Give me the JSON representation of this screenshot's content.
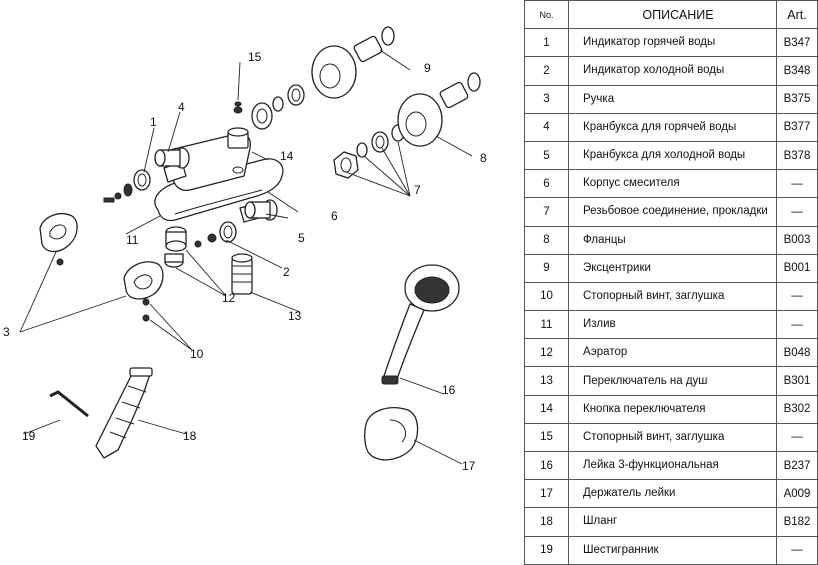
{
  "diagram": {
    "callouts": [
      "1",
      "2",
      "3",
      "4",
      "5",
      "6",
      "7",
      "8",
      "9",
      "10",
      "11",
      "12",
      "13",
      "14",
      "15",
      "16",
      "17",
      "18",
      "19"
    ]
  },
  "table": {
    "headers": {
      "no": "No.",
      "description": "ОПИСАНИЕ",
      "art": "Art."
    },
    "rows": [
      {
        "no": "1",
        "description": "Индикатор горячей воды",
        "art": "B347"
      },
      {
        "no": "2",
        "description": "Индикатор холодной воды",
        "art": "B348"
      },
      {
        "no": "3",
        "description": "Ручка",
        "art": "B375"
      },
      {
        "no": "4",
        "description": "Кранбукса для горячей воды",
        "art": "B377"
      },
      {
        "no": "5",
        "description": "Кранбукса для холодной воды",
        "art": "B378"
      },
      {
        "no": "6",
        "description": "Корпус смесителя",
        "art": "—"
      },
      {
        "no": "7",
        "description": "Резьбовое соединение, прокладки",
        "art": "—"
      },
      {
        "no": "8",
        "description": "Фланцы",
        "art": "B003"
      },
      {
        "no": "9",
        "description": "Эксцентрики",
        "art": "B001"
      },
      {
        "no": "10",
        "description": "Стопорный винт, заглушка",
        "art": "—"
      },
      {
        "no": "11",
        "description": "Излив",
        "art": "—"
      },
      {
        "no": "12",
        "description": "Аэратор",
        "art": "B048"
      },
      {
        "no": "13",
        "description": "Переключатель на душ",
        "art": "B301"
      },
      {
        "no": "14",
        "description": "Кнопка переключателя",
        "art": "B302"
      },
      {
        "no": "15",
        "description": "Стопорный винт, заглушка",
        "art": "—"
      },
      {
        "no": "16",
        "description": "Лейка 3-функциональная",
        "art": "B237"
      },
      {
        "no": "17",
        "description": "Держатель лейки",
        "art": "A009"
      },
      {
        "no": "18",
        "description": "Шланг",
        "art": "B182"
      },
      {
        "no": "19",
        "description": "Шестигранник",
        "art": "—"
      }
    ]
  }
}
